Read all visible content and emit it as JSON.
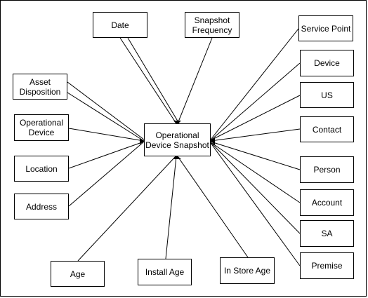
{
  "diagram": {
    "center": {
      "id": "ods",
      "label": "Operational\nDevice Snapshot"
    },
    "nodes": [
      {
        "id": "date",
        "label": "Date"
      },
      {
        "id": "snapfreq",
        "label": "Snapshot\nFrequency"
      },
      {
        "id": "asset",
        "label": "Asset\nDisposition"
      },
      {
        "id": "opdev",
        "label": "Operational\nDevice"
      },
      {
        "id": "location",
        "label": "Location"
      },
      {
        "id": "address",
        "label": "Address"
      },
      {
        "id": "age",
        "label": "Age"
      },
      {
        "id": "installage",
        "label": "Install Age"
      },
      {
        "id": "instoreage",
        "label": "In Store Age"
      },
      {
        "id": "servicepoint",
        "label": "Service Point"
      },
      {
        "id": "device",
        "label": "Device"
      },
      {
        "id": "us",
        "label": "US"
      },
      {
        "id": "contact",
        "label": "Contact"
      },
      {
        "id": "person",
        "label": "Person"
      },
      {
        "id": "account",
        "label": "Account"
      },
      {
        "id": "sa",
        "label": "SA"
      },
      {
        "id": "premise",
        "label": "Premise"
      }
    ],
    "edges": [
      {
        "from": "date",
        "to": "ods",
        "lines": 2
      },
      {
        "from": "snapfreq",
        "to": "ods",
        "lines": 1
      },
      {
        "from": "asset",
        "to": "ods",
        "lines": 2
      },
      {
        "from": "opdev",
        "to": "ods",
        "lines": 1
      },
      {
        "from": "location",
        "to": "ods",
        "lines": 1
      },
      {
        "from": "address",
        "to": "ods",
        "lines": 1
      },
      {
        "from": "age",
        "to": "ods",
        "lines": 1
      },
      {
        "from": "installage",
        "to": "ods",
        "lines": 1
      },
      {
        "from": "instoreage",
        "to": "ods",
        "lines": 1
      },
      {
        "from": "servicepoint",
        "to": "ods",
        "lines": 1
      },
      {
        "from": "device",
        "to": "ods",
        "lines": 1
      },
      {
        "from": "us",
        "to": "ods",
        "lines": 1
      },
      {
        "from": "contact",
        "to": "ods",
        "lines": 1
      },
      {
        "from": "person",
        "to": "ods",
        "lines": 1
      },
      {
        "from": "account",
        "to": "ods",
        "lines": 1
      },
      {
        "from": "sa",
        "to": "ods",
        "lines": 1
      },
      {
        "from": "premise",
        "to": "ods",
        "lines": 1
      }
    ]
  }
}
